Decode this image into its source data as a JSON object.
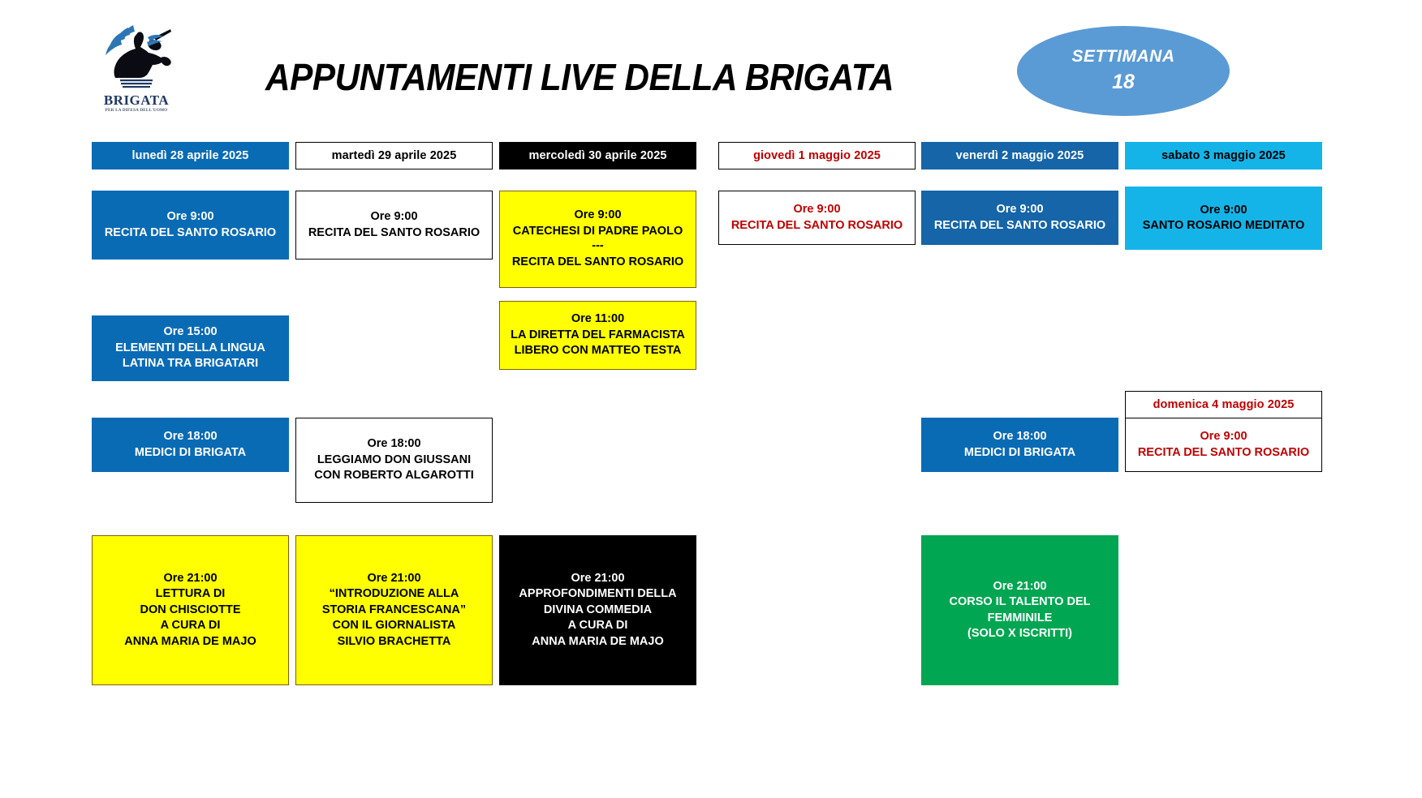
{
  "header": {
    "title": "APPUNTAMENTI LIVE DELLA BRIGATA",
    "logo": {
      "wordmark": "BRIGATA",
      "tagline": "PER LA DIFESA DELL'UOMO"
    },
    "week_badge": {
      "label": "SETTIMANA",
      "number": "18",
      "color": "#5B9BD5"
    }
  },
  "colors": {
    "blue": "#0A6BB5",
    "dark_blue": "#1565A8",
    "cyan": "#14B4E8",
    "yellow": "#FFFF00",
    "green": "#00A651",
    "black": "#000000",
    "white": "#FFFFFF",
    "red_text": "#C00000",
    "badge_blue": "#5B9BD5"
  },
  "days": [
    {
      "label": "lunedì 28 aprile 2025",
      "style": "sk-blue"
    },
    {
      "label": "martedì 29 aprile 2025",
      "style": "sk-white"
    },
    {
      "label": "mercoledì 30 aprile 2025",
      "style": "sk-black"
    },
    {
      "label": "giovedì 1 maggio 2025",
      "style": "sk-red"
    },
    {
      "label": "venerdì 2 maggio 2025",
      "style": "sk-dblue"
    },
    {
      "label": "sabato 3 maggio 2025",
      "style": "sk-cyan"
    },
    {
      "label": "domenica 4 maggio 2025",
      "style": "sk-red"
    }
  ],
  "events": {
    "mon_0900": {
      "time": "Ore 9:00",
      "lines": [
        "RECITA DEL SANTO ROSARIO"
      ]
    },
    "mon_1500": {
      "time": "Ore 15:00",
      "lines": [
        "ELEMENTI DELLA LINGUA",
        "LATINA TRA BRIGATARI"
      ]
    },
    "mon_1800": {
      "time": "Ore 18:00",
      "lines": [
        "MEDICI DI BRIGATA"
      ]
    },
    "mon_2100": {
      "time": "Ore 21:00",
      "lines": [
        "LETTURA DI",
        "DON CHISCIOTTE",
        "A CURA DI",
        "ANNA MARIA DE MAJO"
      ]
    },
    "tue_0900": {
      "time": "Ore 9:00",
      "lines": [
        "RECITA DEL SANTO ROSARIO"
      ]
    },
    "tue_1800": {
      "time": "Ore 18:00",
      "lines": [
        "LEGGIAMO DON GIUSSANI",
        "CON ROBERTO ALGAROTTI"
      ]
    },
    "tue_2100": {
      "time": "Ore 21:00",
      "lines": [
        "“INTRODUZIONE ALLA",
        "STORIA FRANCESCANA”",
        "CON IL GIORNALISTA",
        "SILVIO BRACHETTA"
      ]
    },
    "wed_0900": {
      "time": "Ore 9:00",
      "lines": [
        "CATECHESI DI PADRE PAOLO"
      ],
      "separator": "---",
      "lines2": [
        "RECITA DEL SANTO ROSARIO"
      ]
    },
    "wed_1100": {
      "time": "Ore 11:00",
      "lines": [
        "LA DIRETTA DEL FARMACISTA",
        "LIBERO CON MATTEO TESTA"
      ]
    },
    "wed_2100": {
      "time": "Ore 21:00",
      "lines": [
        "APPROFONDIMENTI  DELLA",
        "DIVINA COMMEDIA",
        "A CURA DI",
        "ANNA MARIA DE MAJO"
      ]
    },
    "thu_0900": {
      "time": "Ore 9:00",
      "lines": [
        "RECITA DEL SANTO ROSARIO"
      ]
    },
    "fri_0900": {
      "time": "Ore 9:00",
      "lines": [
        "RECITA DEL SANTO ROSARIO"
      ]
    },
    "fri_1800": {
      "time": "Ore 18:00",
      "lines": [
        "MEDICI DI BRIGATA"
      ]
    },
    "fri_2100": {
      "time": "Ore 21:00",
      "lines": [
        "CORSO IL TALENTO DEL",
        "FEMMINILE",
        "(SOLO X ISCRITTI)"
      ]
    },
    "sat_0900": {
      "time": "Ore 9:00",
      "lines": [
        "SANTO ROSARIO MEDITATO"
      ]
    },
    "sun_0900": {
      "time": "Ore 9:00",
      "lines": [
        "RECITA DEL SANTO ROSARIO"
      ]
    }
  }
}
